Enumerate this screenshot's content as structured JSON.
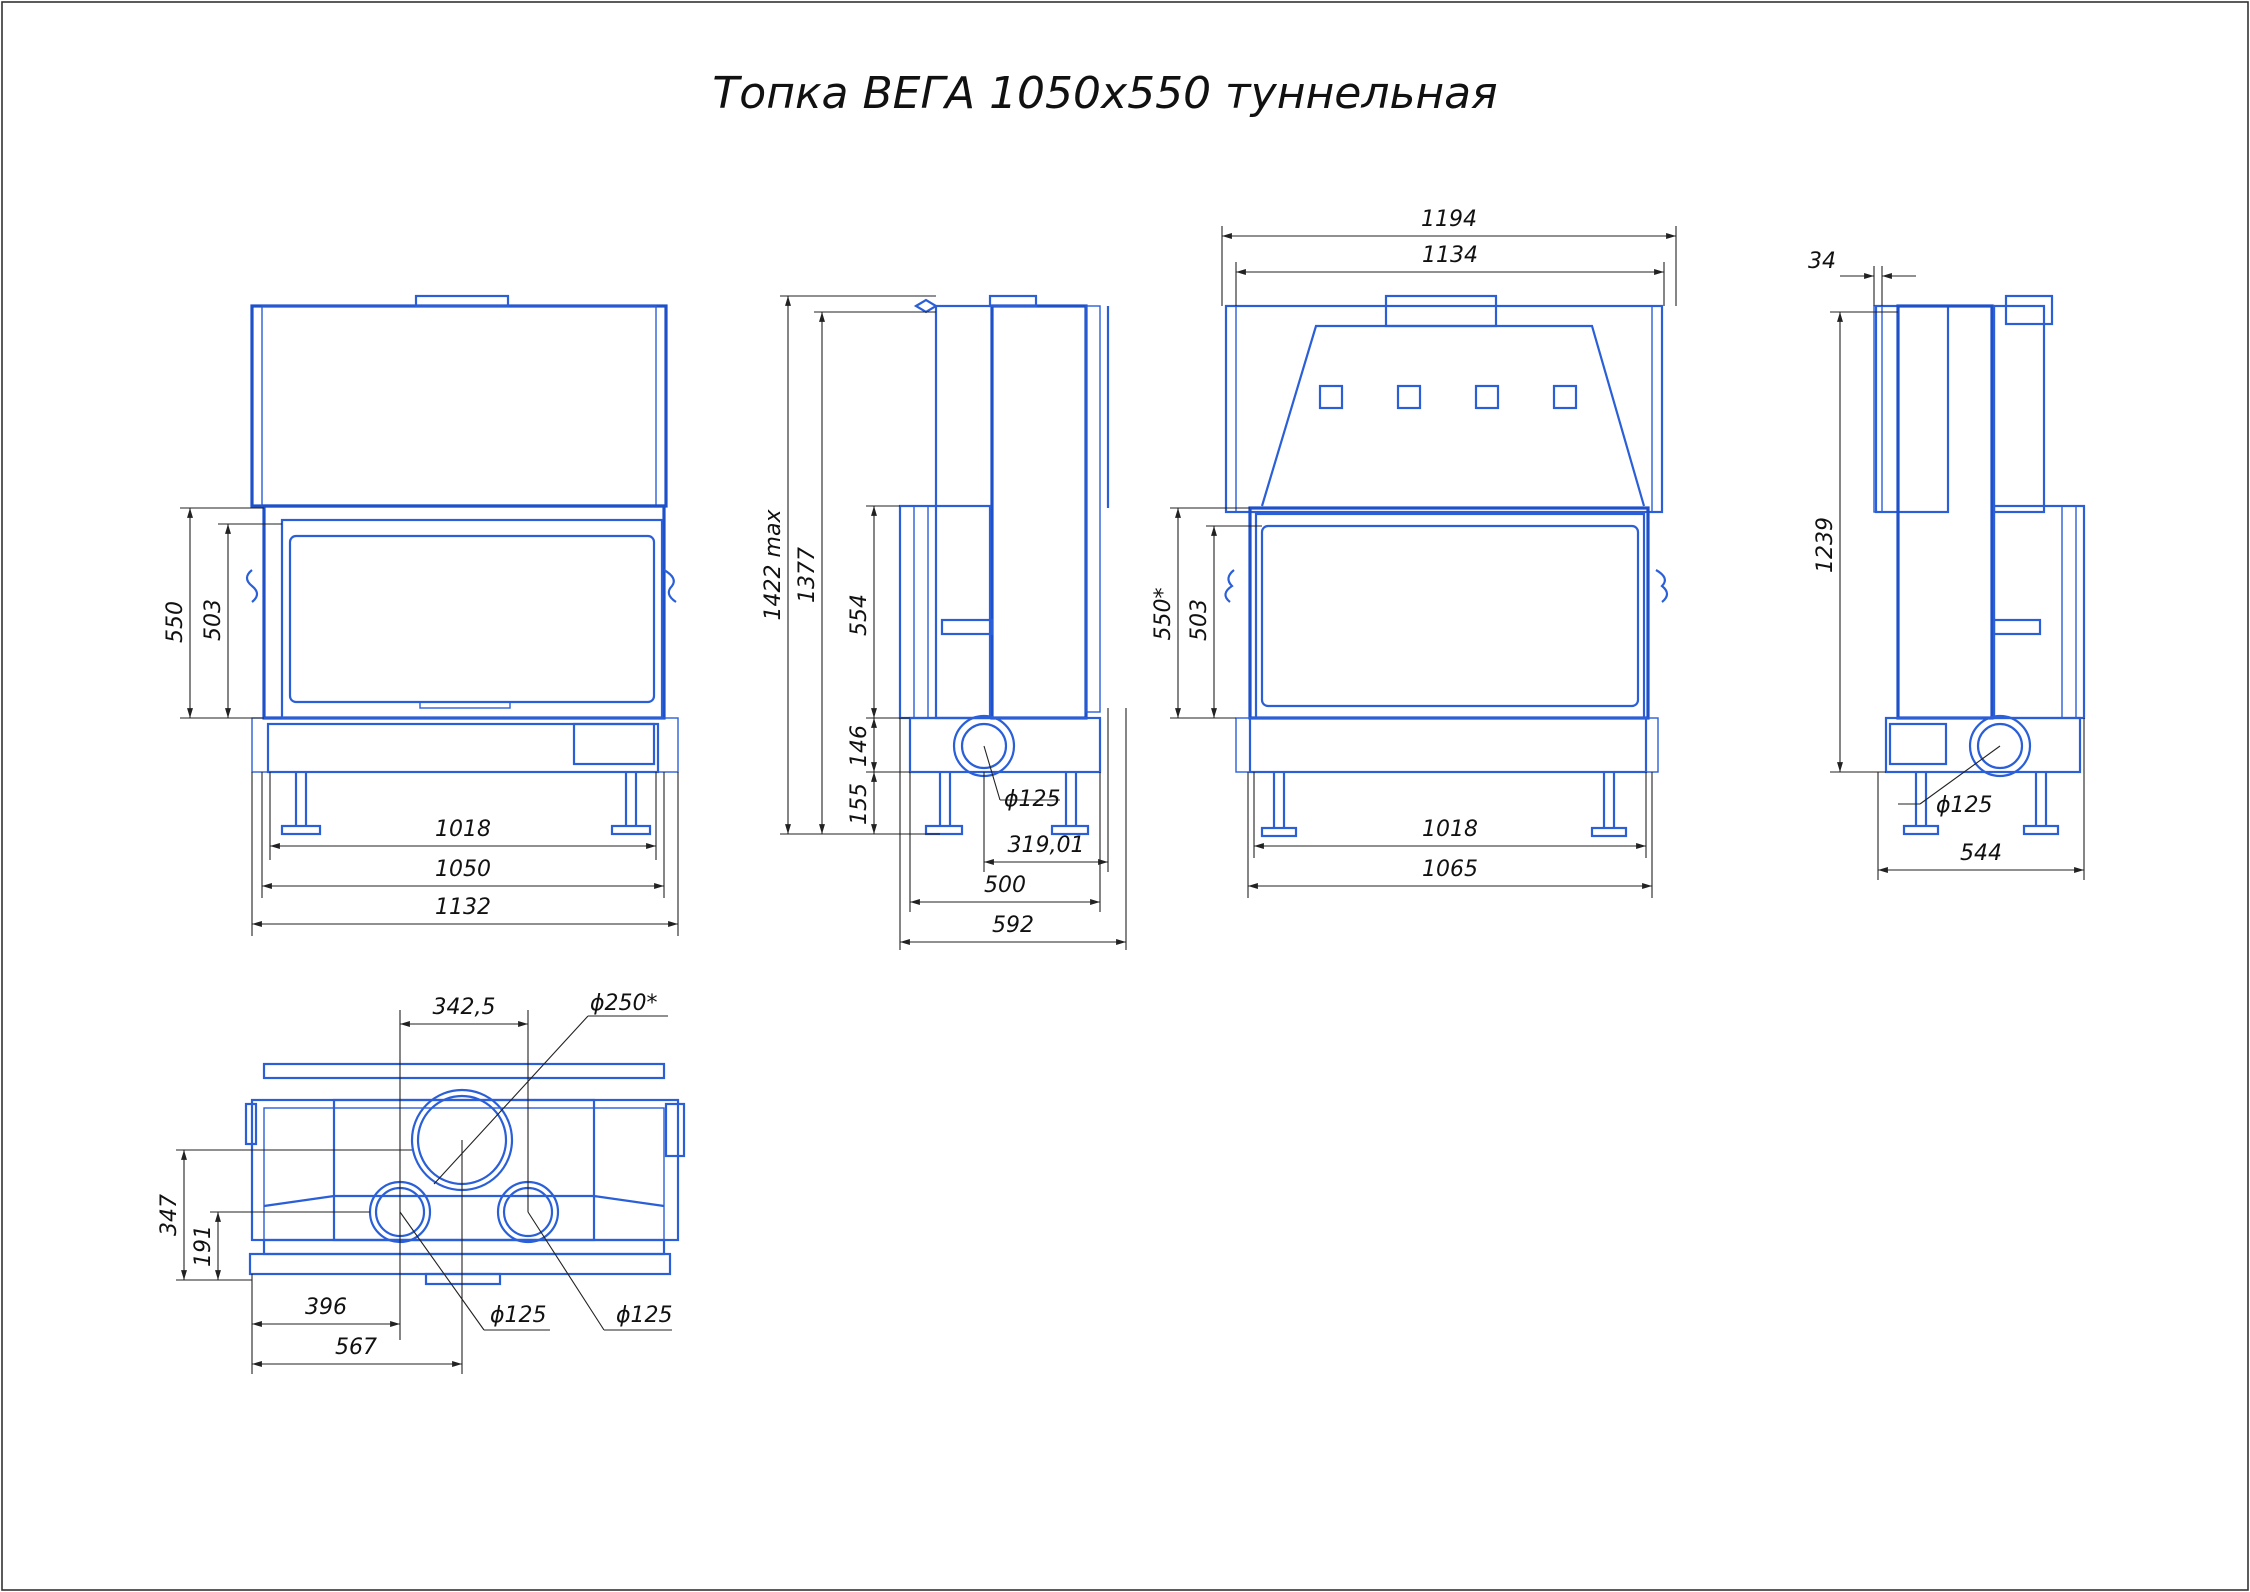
{
  "title": "Топка ВЕГА 1050х550 туннельная",
  "front_view": {
    "d1018": "1018",
    "d1050": "1050",
    "d1132": "1132",
    "d550": "550",
    "d503": "503"
  },
  "side_view": {
    "d1422": "1422 max",
    "d1377": "1377",
    "d554": "554",
    "d146": "146",
    "d155": "155",
    "d125": "ϕ125",
    "d319": "319,01",
    "d500": "500",
    "d592": "592"
  },
  "back_view": {
    "d1194": "1194",
    "d1134": "1134",
    "d550s": "550*",
    "d503": "503",
    "d1018": "1018",
    "d1065": "1065"
  },
  "side_view_2": {
    "d34": "34",
    "d1239": "1239",
    "d125": "ϕ125",
    "d544": "544"
  },
  "top_view": {
    "d342": "342,5",
    "d250": "ϕ250*",
    "d347": "347",
    "d191": "191",
    "d396": "396",
    "d567": "567",
    "d125a": "ϕ125",
    "d125b": "ϕ125"
  }
}
